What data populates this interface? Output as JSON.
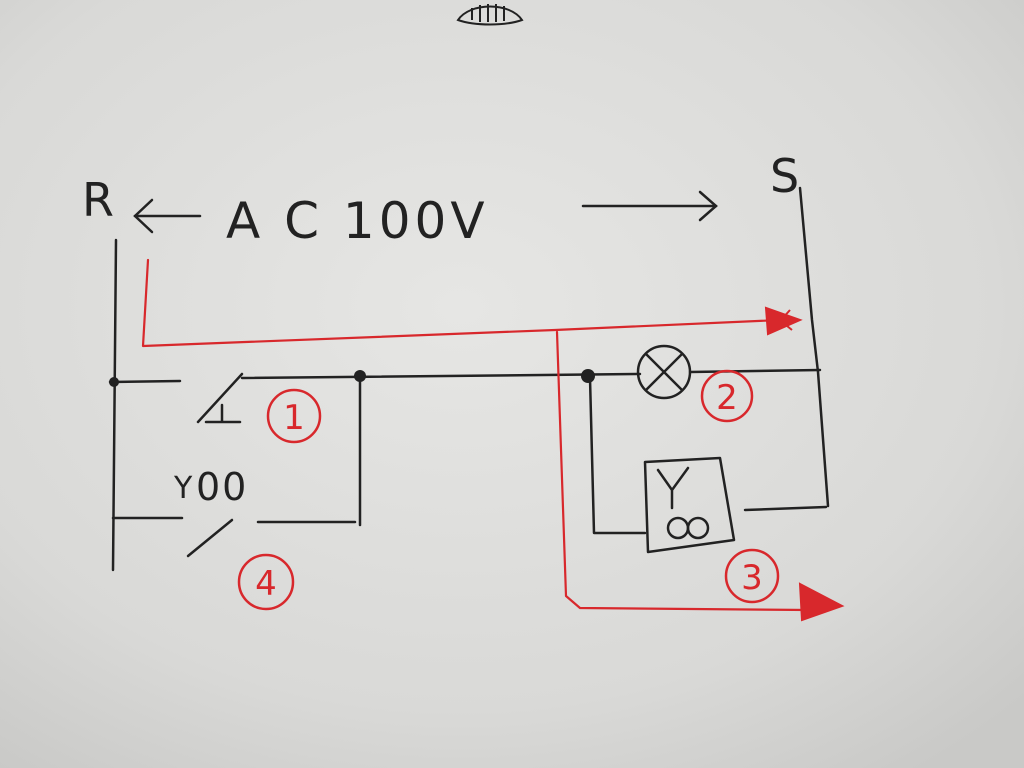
{
  "labels": {
    "left_terminal": "R",
    "right_terminal": "S",
    "supply": "A C 100V"
  },
  "markers": [
    "1",
    "2",
    "3",
    "4"
  ],
  "relay": {
    "coil_symbol": "Y",
    "contact_symbol": "00"
  },
  "colors": {
    "paper": "#dcdcda",
    "ink_black": "#222222",
    "ink_red": "#d8282c"
  }
}
